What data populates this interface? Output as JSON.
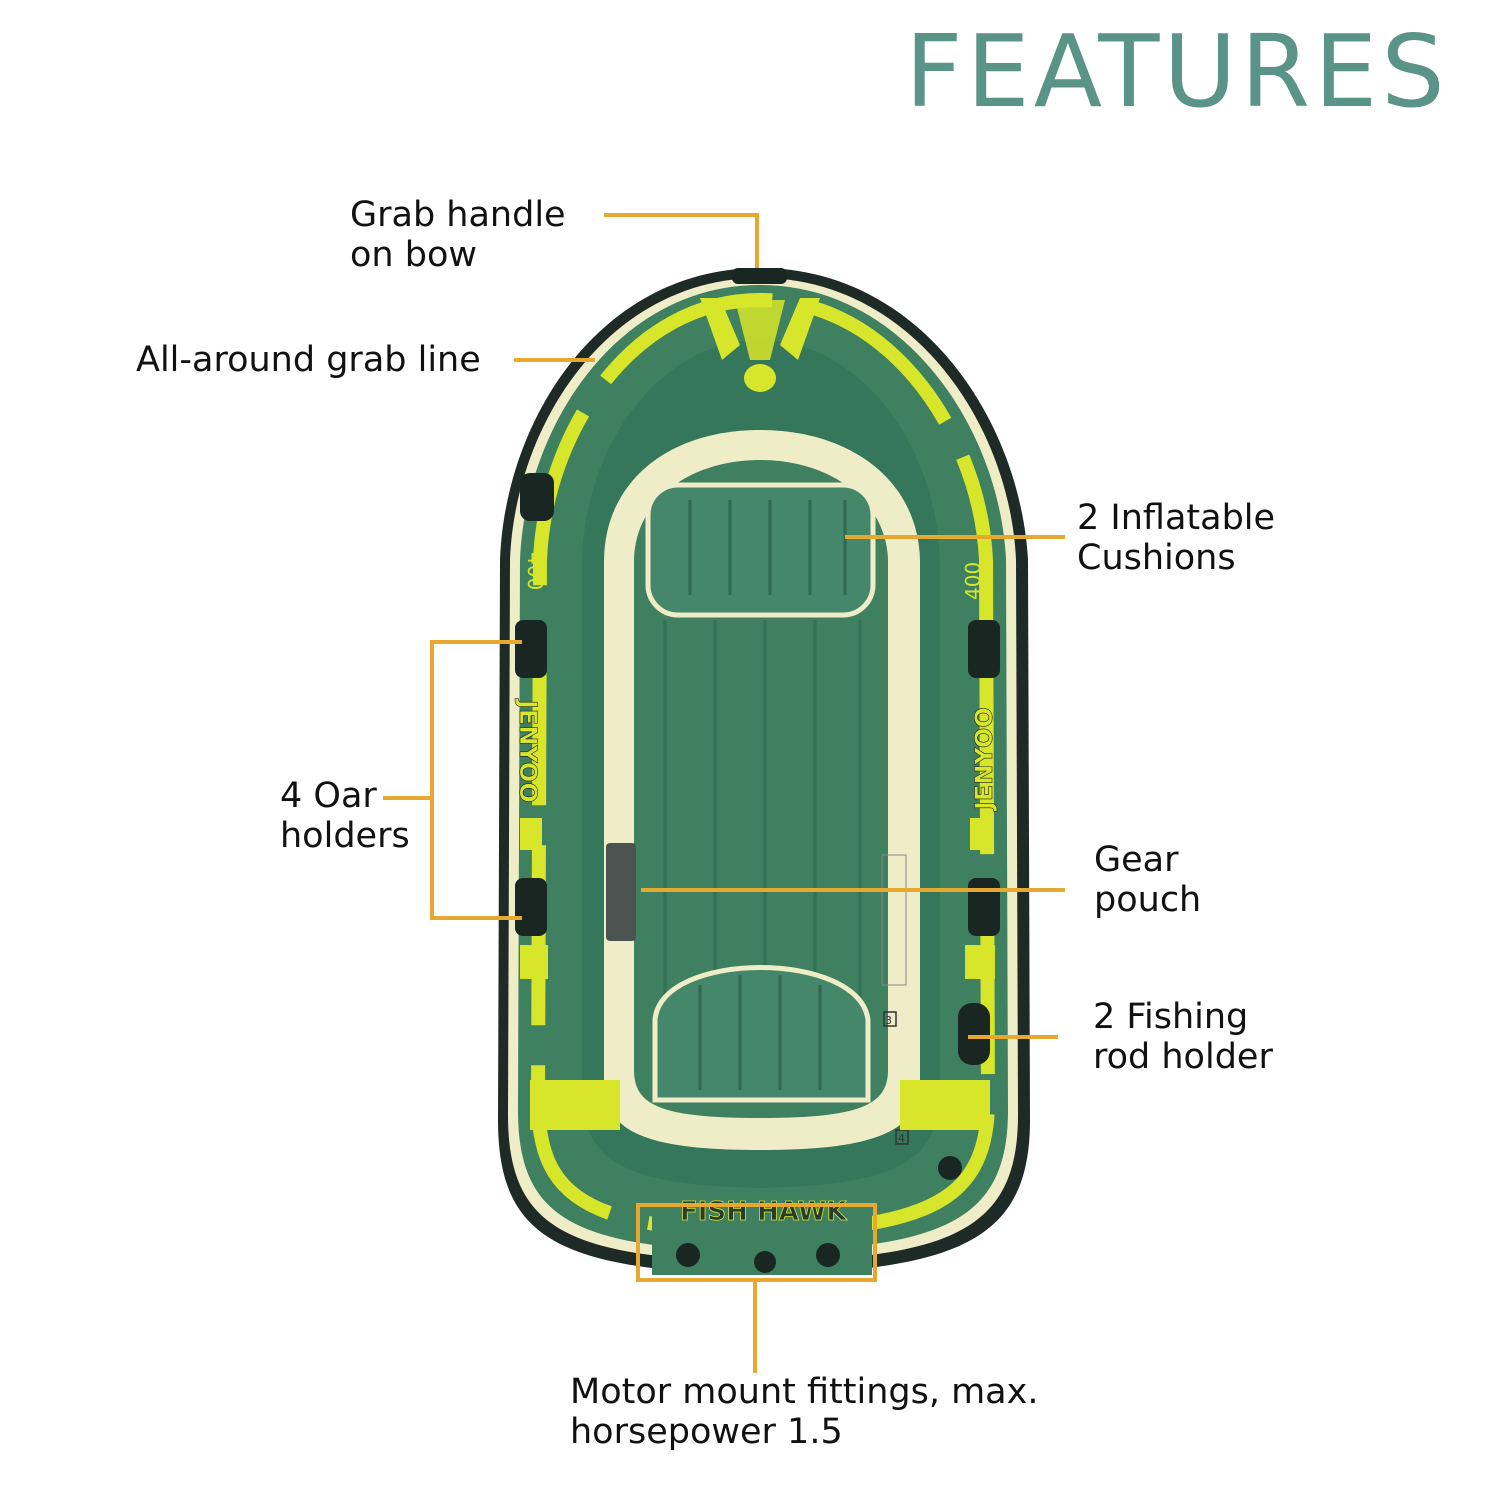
{
  "title": "FEATURES",
  "colors": {
    "title": "#5a9486",
    "leader": "#e6a82e",
    "hull_dark": "#2f6a4f",
    "hull_mid": "#3e8060",
    "stripe_yellow": "#d7e62a",
    "cream": "#efecc8",
    "rim_black": "#1e2a26"
  },
  "boat": {
    "side_text_left": "JENYOO",
    "side_text_right": "JENYOO",
    "model_left": "400",
    "model_right": "400",
    "stern_text": "FISH HAWK",
    "chamber_3": "3",
    "chamber_4": "4"
  },
  "callouts": [
    {
      "id": "grab-handle",
      "text": "Grab handle\non bow"
    },
    {
      "id": "grab-line",
      "text": "All-around grab line"
    },
    {
      "id": "cushions",
      "text": "2 Inflatable\nCushions"
    },
    {
      "id": "oar-holders",
      "text": "4 Oar\nholders"
    },
    {
      "id": "gear-pouch",
      "text": "Gear\npouch"
    },
    {
      "id": "rod-holder",
      "text": "2 Fishing\nrod holder"
    },
    {
      "id": "motor-mount",
      "text": "Motor mount fittings, max.\nhorsepower 1.5"
    }
  ]
}
